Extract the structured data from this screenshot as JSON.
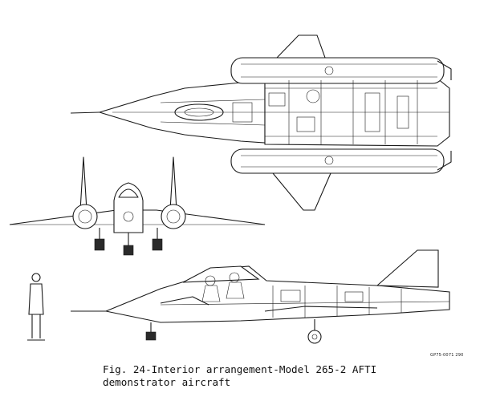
{
  "figure": {
    "reference_code": "GP75-0071 290",
    "caption": {
      "line1": "Fig. 24-Interior arrangement-Model 265-2 AFTI",
      "line2": "demonstrator aircraft"
    }
  },
  "colors": {
    "ink": "#1a1a1a",
    "paper": "#ffffff"
  }
}
